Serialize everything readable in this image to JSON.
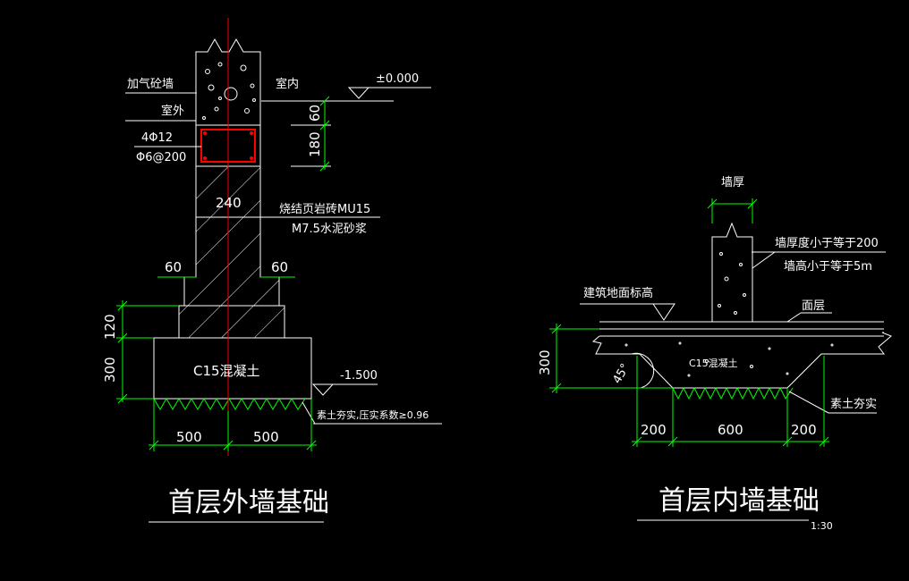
{
  "colors": {
    "background": "#000000",
    "lines": "#ffffff",
    "dimensions": "#00ff00",
    "axis": "#ff0000"
  },
  "exterior": {
    "title": "首层外墙基础",
    "label_wall": "加气砼墙",
    "label_indoor": "室内",
    "label_outdoor": "室外",
    "label_rebar1": "4Φ12",
    "label_rebar2": "Φ6@200",
    "label_elev_top": "±0.000",
    "dim_60": "60",
    "dim_180": "180",
    "label_240": "240",
    "label_brick1": "烧结页岩砖MU15",
    "label_brick2": "M7.5水泥砂浆",
    "dim_60_left": "60",
    "dim_60_right": "60",
    "dim_120": "120",
    "dim_300": "300",
    "label_concrete": "C15混凝土",
    "label_elev_bottom": "-1.500",
    "label_soil": "素土夯实,压实系数≥0.96",
    "dim_500_left": "500",
    "dim_500_right": "500"
  },
  "interior": {
    "title": "首层内墙基础",
    "scale": "1:30",
    "label_wall_thickness": "墙厚",
    "note1": "墙厚度小于等于200",
    "note2": "墙高小于等于5m",
    "label_floor_elev": "建筑地面标高",
    "label_surface": "面层",
    "dim_300": "300",
    "angle": "45°",
    "label_concrete": "C15混凝土",
    "label_soil": "素土夯实",
    "dim_200_left": "200",
    "dim_600": "600",
    "dim_200_right": "200"
  }
}
